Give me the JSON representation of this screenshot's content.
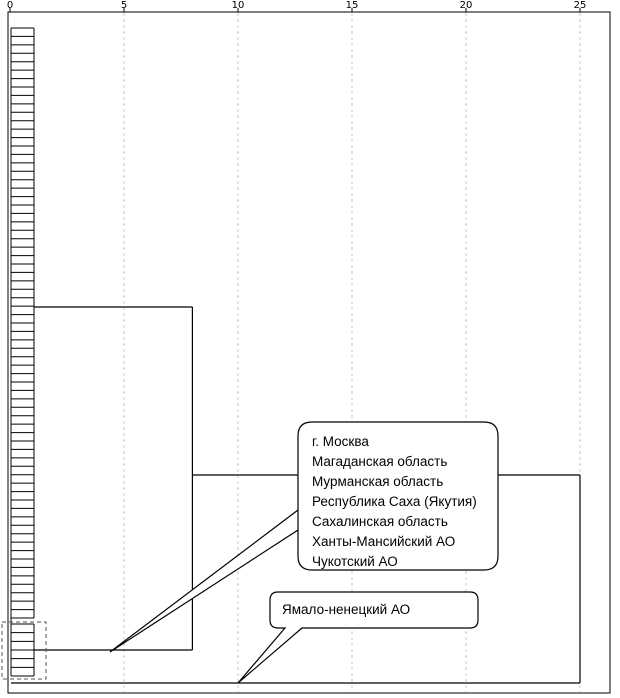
{
  "axis": {
    "ticks": [
      "0",
      "5",
      "10",
      "15",
      "20",
      "25"
    ]
  },
  "callouts": [
    {
      "lines": [
        "г. Москва",
        "Магаданская область",
        "Мурманская область",
        "Республика Саха (Якутия)",
        "Сахалинская область",
        "Ханты-Мансийский АО",
        "Чукотский АО"
      ]
    },
    {
      "lines": [
        "Ямало-ненецкий АО"
      ]
    }
  ],
  "colors": {
    "line": "#000000",
    "grid": "#c8c8c8",
    "highlight_box": "#555555"
  },
  "dendrogram": {
    "leaf_count_main_group": 71,
    "leaf_count_highlighted_group": 7,
    "merge_heights": [
      1,
      8,
      25
    ]
  }
}
